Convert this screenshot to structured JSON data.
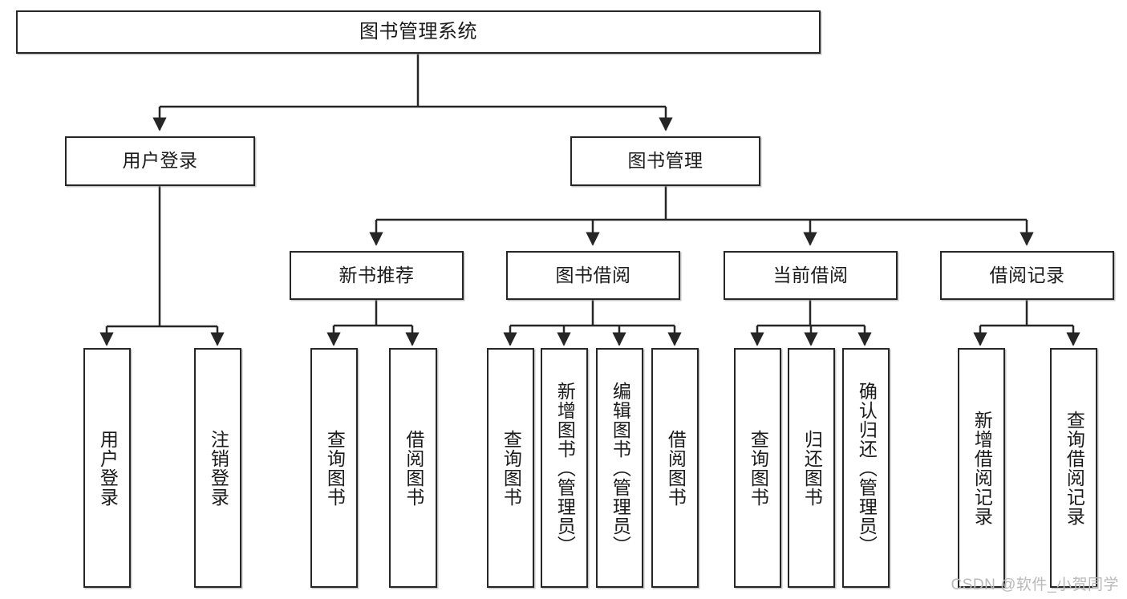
{
  "diagram": {
    "title": "图书管理系统",
    "type": "tree-hierarchy",
    "watermark": "CSDN @软件_小贺同学",
    "colors": {
      "border": "#262626",
      "background": "#ffffff",
      "text": "#1a1a1a",
      "watermark": "#b9b9b9"
    },
    "nodes": {
      "root": {
        "label": "图书管理系统"
      },
      "level2": [
        {
          "id": "user-login",
          "label": "用户登录"
        },
        {
          "id": "book-management",
          "label": "图书管理"
        }
      ],
      "level3": [
        {
          "id": "new-book-recommend",
          "label": "新书推荐"
        },
        {
          "id": "book-borrow",
          "label": "图书借阅"
        },
        {
          "id": "current-borrow",
          "label": "当前借阅"
        },
        {
          "id": "borrow-record",
          "label": "借阅记录"
        }
      ],
      "leaves": {
        "user-login": [
          {
            "id": "leaf-user-login",
            "label": "用户登录"
          },
          {
            "id": "leaf-logout",
            "label": "注销登录"
          }
        ],
        "new-book-recommend": [
          {
            "id": "leaf-query-book-1",
            "label": "查询图书"
          },
          {
            "id": "leaf-borrow-book-1",
            "label": "借阅图书"
          }
        ],
        "book-borrow": [
          {
            "id": "leaf-query-book-2",
            "label": "查询图书"
          },
          {
            "id": "leaf-add-book",
            "label": "新增图书（管理员）"
          },
          {
            "id": "leaf-edit-book",
            "label": "编辑图书（管理员）"
          },
          {
            "id": "leaf-borrow-book-2",
            "label": "借阅图书"
          }
        ],
        "current-borrow": [
          {
            "id": "leaf-query-book-3",
            "label": "查询图书"
          },
          {
            "id": "leaf-return-book",
            "label": "归还图书"
          },
          {
            "id": "leaf-confirm-return",
            "label": "确认归还（管理员）"
          }
        ],
        "borrow-record": [
          {
            "id": "leaf-add-record",
            "label": "新增借阅记录"
          },
          {
            "id": "leaf-query-record",
            "label": "查询借阅记录"
          }
        ]
      }
    }
  }
}
